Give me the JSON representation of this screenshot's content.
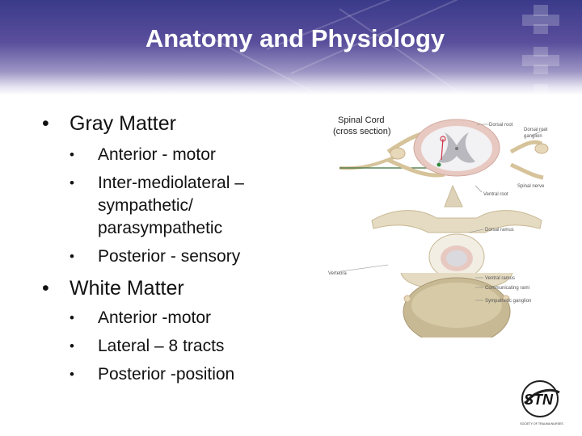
{
  "slide": {
    "title": "Anatomy and Physiology",
    "bullets": [
      {
        "text": "Gray Matter",
        "sub": [
          "Anterior - motor",
          "Inter-mediolateral – sympathetic/ parasympathetic",
          "Posterior - sensory"
        ]
      },
      {
        "text": "White Matter",
        "sub": [
          "Anterior -motor",
          "Lateral – 8 tracts",
          "Posterior -position"
        ]
      }
    ],
    "bullet_symbol": "•"
  },
  "diagram": {
    "heading": "Spinal Cord",
    "subheading": "(cross section)",
    "labels": {
      "dorsal_root": "Dorsal root",
      "dorsal_root_ganglion_1": "Dorsal root",
      "dorsal_root_ganglion_2": "ganglion",
      "ventral_root": "Ventral root",
      "spinal_nerve": "Spinal nerve",
      "dorsal_ramus": "Dorsal ramus",
      "vertebra": "Vertebra",
      "ventral_ramus": "Ventral ramus",
      "communicating_rami": "Communicating rami",
      "sympathetic_ganglion": "Sympathetic ganglion"
    }
  },
  "logo": {
    "mark": "STN",
    "caption": "SOCIETY OF TRAUMA NURSES"
  },
  "colors": {
    "header_top": "#3a3a8a",
    "title": "#ffffff",
    "vertebra": "#c8b995",
    "cord_gray": "#b8b8be"
  }
}
